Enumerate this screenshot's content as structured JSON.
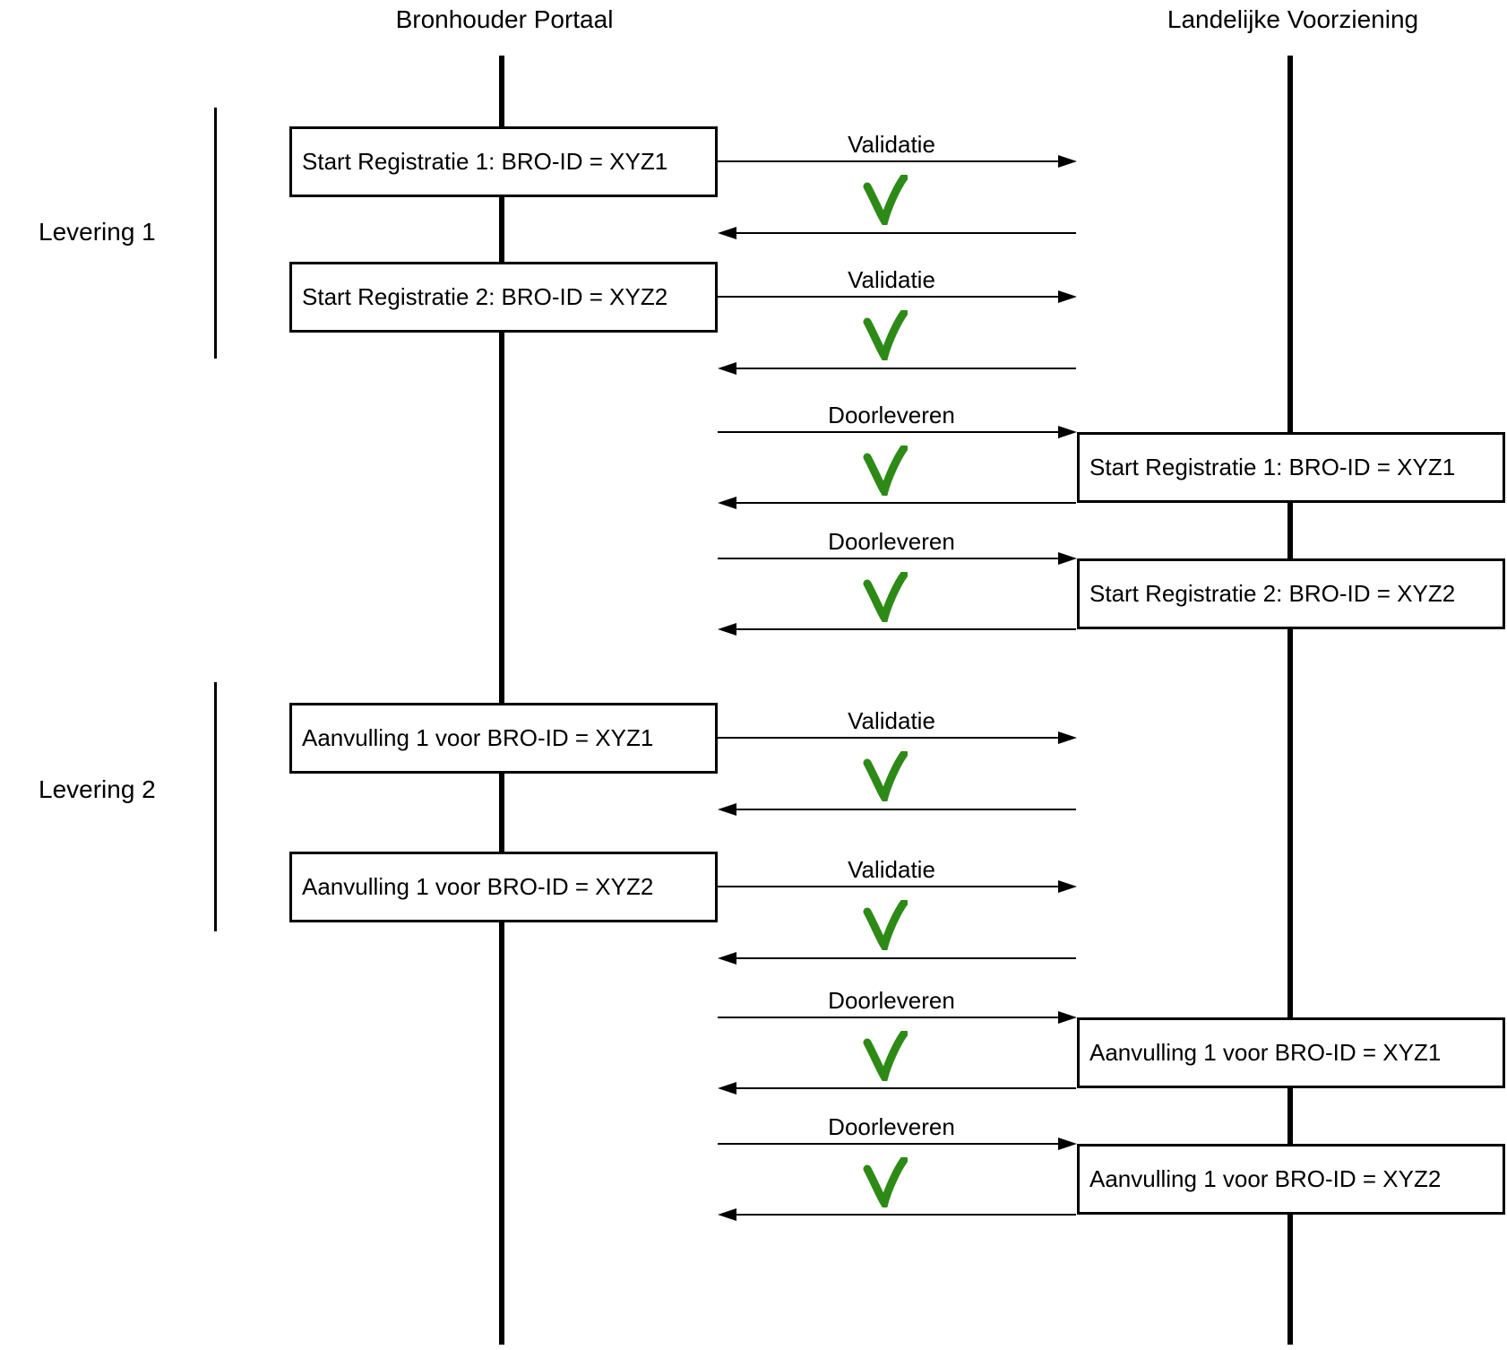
{
  "header": {
    "left_actor": "Bronhouder Portaal",
    "right_actor": "Landelijke Voorziening"
  },
  "groups": [
    {
      "label": "Levering 1"
    },
    {
      "label": "Levering 2"
    }
  ],
  "left_messages": [
    {
      "label": "Start Registratie 1: BRO-ID = XYZ1"
    },
    {
      "label": "Start Registratie 2: BRO-ID = XYZ2"
    },
    {
      "label": "Aanvulling 1 voor BRO-ID = XYZ1"
    },
    {
      "label": "Aanvulling 1 voor BRO-ID = XYZ2"
    }
  ],
  "right_messages": [
    {
      "label": "Start Registratie 1: BRO-ID = XYZ1"
    },
    {
      "label": "Start Registratie 2: BRO-ID = XYZ2"
    },
    {
      "label": "Aanvulling 1 voor BRO-ID = XYZ1"
    },
    {
      "label": "Aanvulling 1 voor BRO-ID = XYZ2"
    }
  ],
  "exchanges": [
    {
      "label": "Validatie",
      "result_icon": "green-checkmark"
    },
    {
      "label": "Validatie",
      "result_icon": "green-checkmark"
    },
    {
      "label": "Doorleveren",
      "result_icon": "green-checkmark"
    },
    {
      "label": "Doorleveren",
      "result_icon": "green-checkmark"
    },
    {
      "label": "Validatie",
      "result_icon": "green-checkmark"
    },
    {
      "label": "Validatie",
      "result_icon": "green-checkmark"
    },
    {
      "label": "Doorleveren",
      "result_icon": "green-checkmark"
    },
    {
      "label": "Doorleveren",
      "result_icon": "green-checkmark"
    }
  ],
  "colors": {
    "line": "#000000",
    "check_green": "#2e8a16",
    "background": "#ffffff"
  }
}
